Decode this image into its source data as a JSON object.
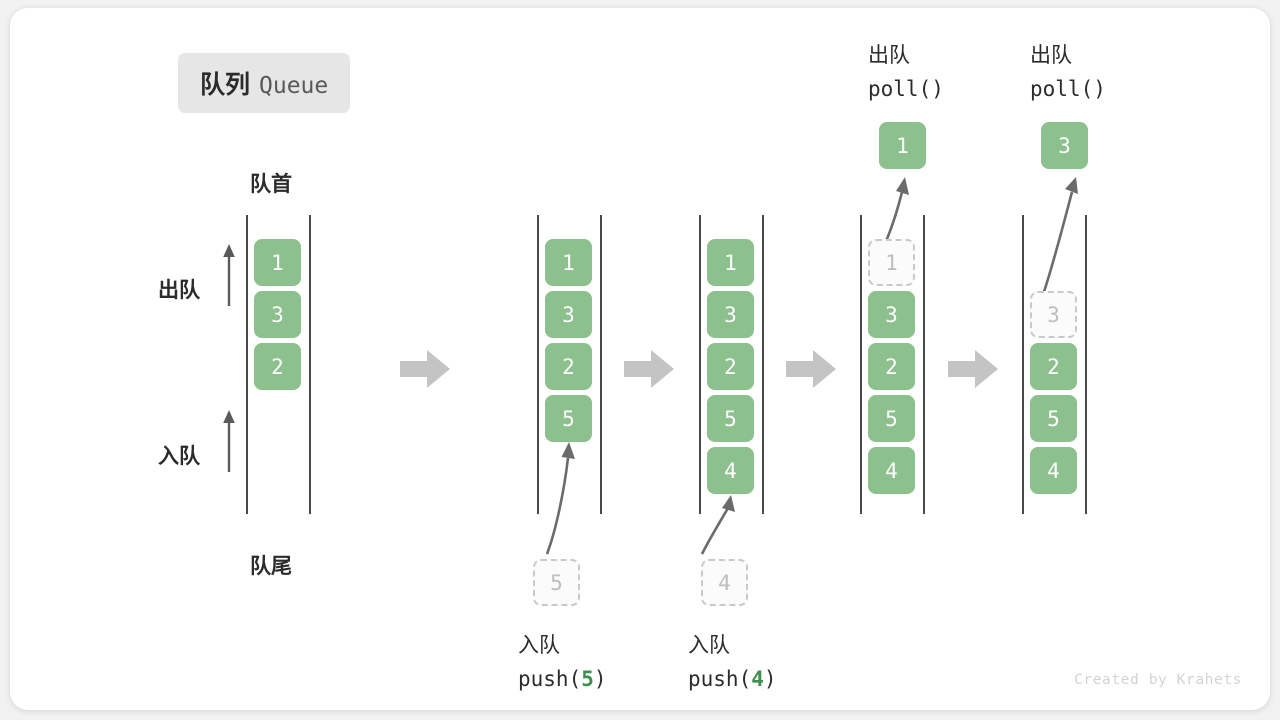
{
  "title": {
    "cn": "队列",
    "en": "Queue"
  },
  "labels": {
    "head": "队首",
    "tail": "队尾",
    "dequeue": "出队",
    "enqueue": "入队"
  },
  "colors": {
    "element_green": "#8cc08c",
    "ghost_fill": "#fbfbfb",
    "ghost_border": "#c9c9c9",
    "rail": "#4a4a4a",
    "flow_arrow": "#c4c4c4",
    "badge_bg": "#e6e6e6",
    "value_green": "#3f8f4f",
    "text_dark": "#2b2b2b",
    "watermark": "#d3d3d3"
  },
  "stages": [
    {
      "name": "initial",
      "cells": [
        {
          "value": "1",
          "state": "filled"
        },
        {
          "value": "3",
          "state": "filled"
        },
        {
          "value": "2",
          "state": "filled"
        }
      ]
    },
    {
      "name": "after-push-5",
      "cells": [
        {
          "value": "1",
          "state": "filled"
        },
        {
          "value": "3",
          "state": "filled"
        },
        {
          "value": "2",
          "state": "filled"
        },
        {
          "value": "5",
          "state": "filled"
        }
      ],
      "incoming": {
        "value": "5",
        "state": "ghost"
      },
      "caption_cn": "入队",
      "caption_fn_pre": "push(",
      "caption_fn_val": "5",
      "caption_fn_post": ")"
    },
    {
      "name": "after-push-4",
      "cells": [
        {
          "value": "1",
          "state": "filled"
        },
        {
          "value": "3",
          "state": "filled"
        },
        {
          "value": "2",
          "state": "filled"
        },
        {
          "value": "5",
          "state": "filled"
        },
        {
          "value": "4",
          "state": "filled"
        }
      ],
      "incoming": {
        "value": "4",
        "state": "ghost"
      },
      "caption_cn": "入队",
      "caption_fn_pre": "push(",
      "caption_fn_val": "4",
      "caption_fn_post": ")"
    },
    {
      "name": "after-poll-1",
      "cells": [
        {
          "value": "1",
          "state": "ghost"
        },
        {
          "value": "3",
          "state": "filled"
        },
        {
          "value": "2",
          "state": "filled"
        },
        {
          "value": "5",
          "state": "filled"
        },
        {
          "value": "4",
          "state": "filled"
        }
      ],
      "outgoing": {
        "value": "1",
        "state": "filled"
      },
      "header_cn": "出队",
      "header_fn": "poll()"
    },
    {
      "name": "after-poll-3",
      "cells": [
        {
          "value": "3",
          "state": "ghost"
        },
        {
          "value": "2",
          "state": "filled"
        },
        {
          "value": "5",
          "state": "filled"
        },
        {
          "value": "4",
          "state": "filled"
        }
      ],
      "outgoing": {
        "value": "3",
        "state": "filled"
      },
      "header_cn": "出队",
      "header_fn": "poll()"
    }
  ],
  "watermark": "Created by Krahets"
}
